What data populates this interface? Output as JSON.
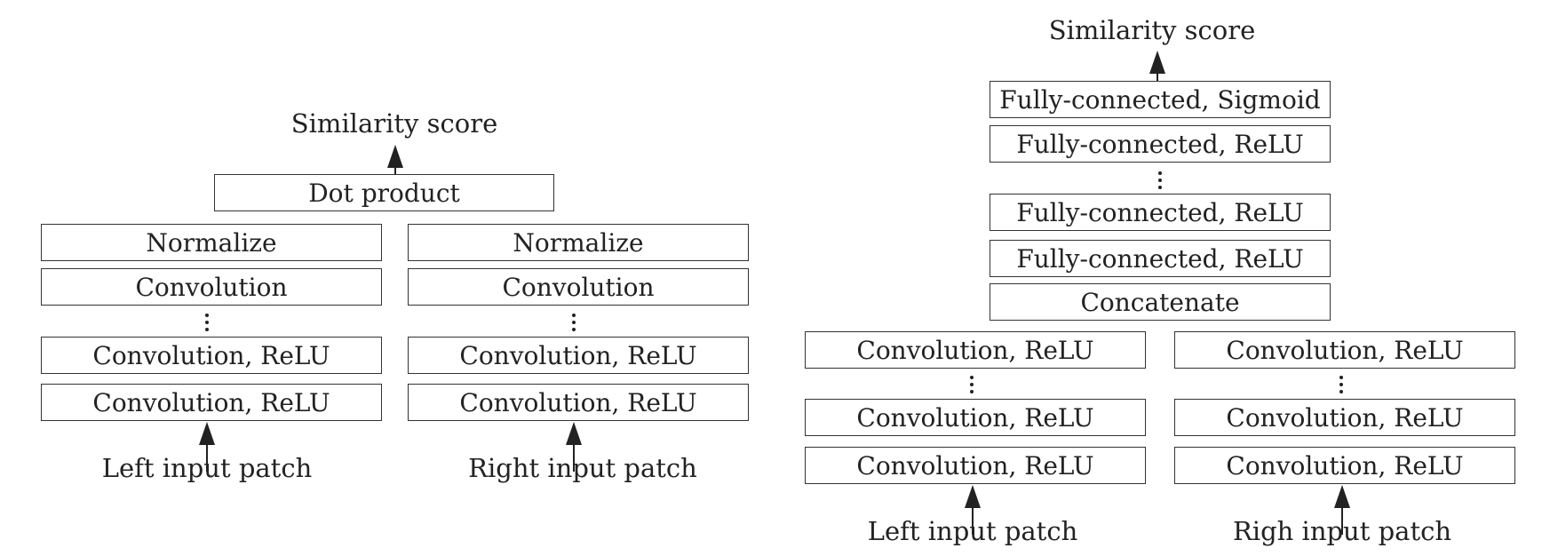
{
  "left_model": {
    "output_label": "Similarity score",
    "merge_box": "Dot product",
    "left_branch": [
      "Normalize",
      "Convolution",
      "Convolution, ReLU",
      "Convolution, ReLU"
    ],
    "right_branch": [
      "Normalize",
      "Convolution",
      "Convolution, ReLU",
      "Convolution, ReLU"
    ],
    "left_input": "Left input patch",
    "right_input": "Right input patch"
  },
  "right_model": {
    "output_label": "Similarity score",
    "head": [
      "Fully-connected, Sigmoid",
      "Fully-connected, ReLU",
      "Fully-connected, ReLU",
      "Fully-connected, ReLU",
      "Concatenate"
    ],
    "left_branch": [
      "Convolution, ReLU",
      "Convolution, ReLU",
      "Convolution, ReLU"
    ],
    "right_branch": [
      "Convolution, ReLU",
      "Convolution, ReLU",
      "Convolution, ReLU"
    ],
    "left_input": "Left input patch",
    "right_input": "Righ input patch"
  }
}
